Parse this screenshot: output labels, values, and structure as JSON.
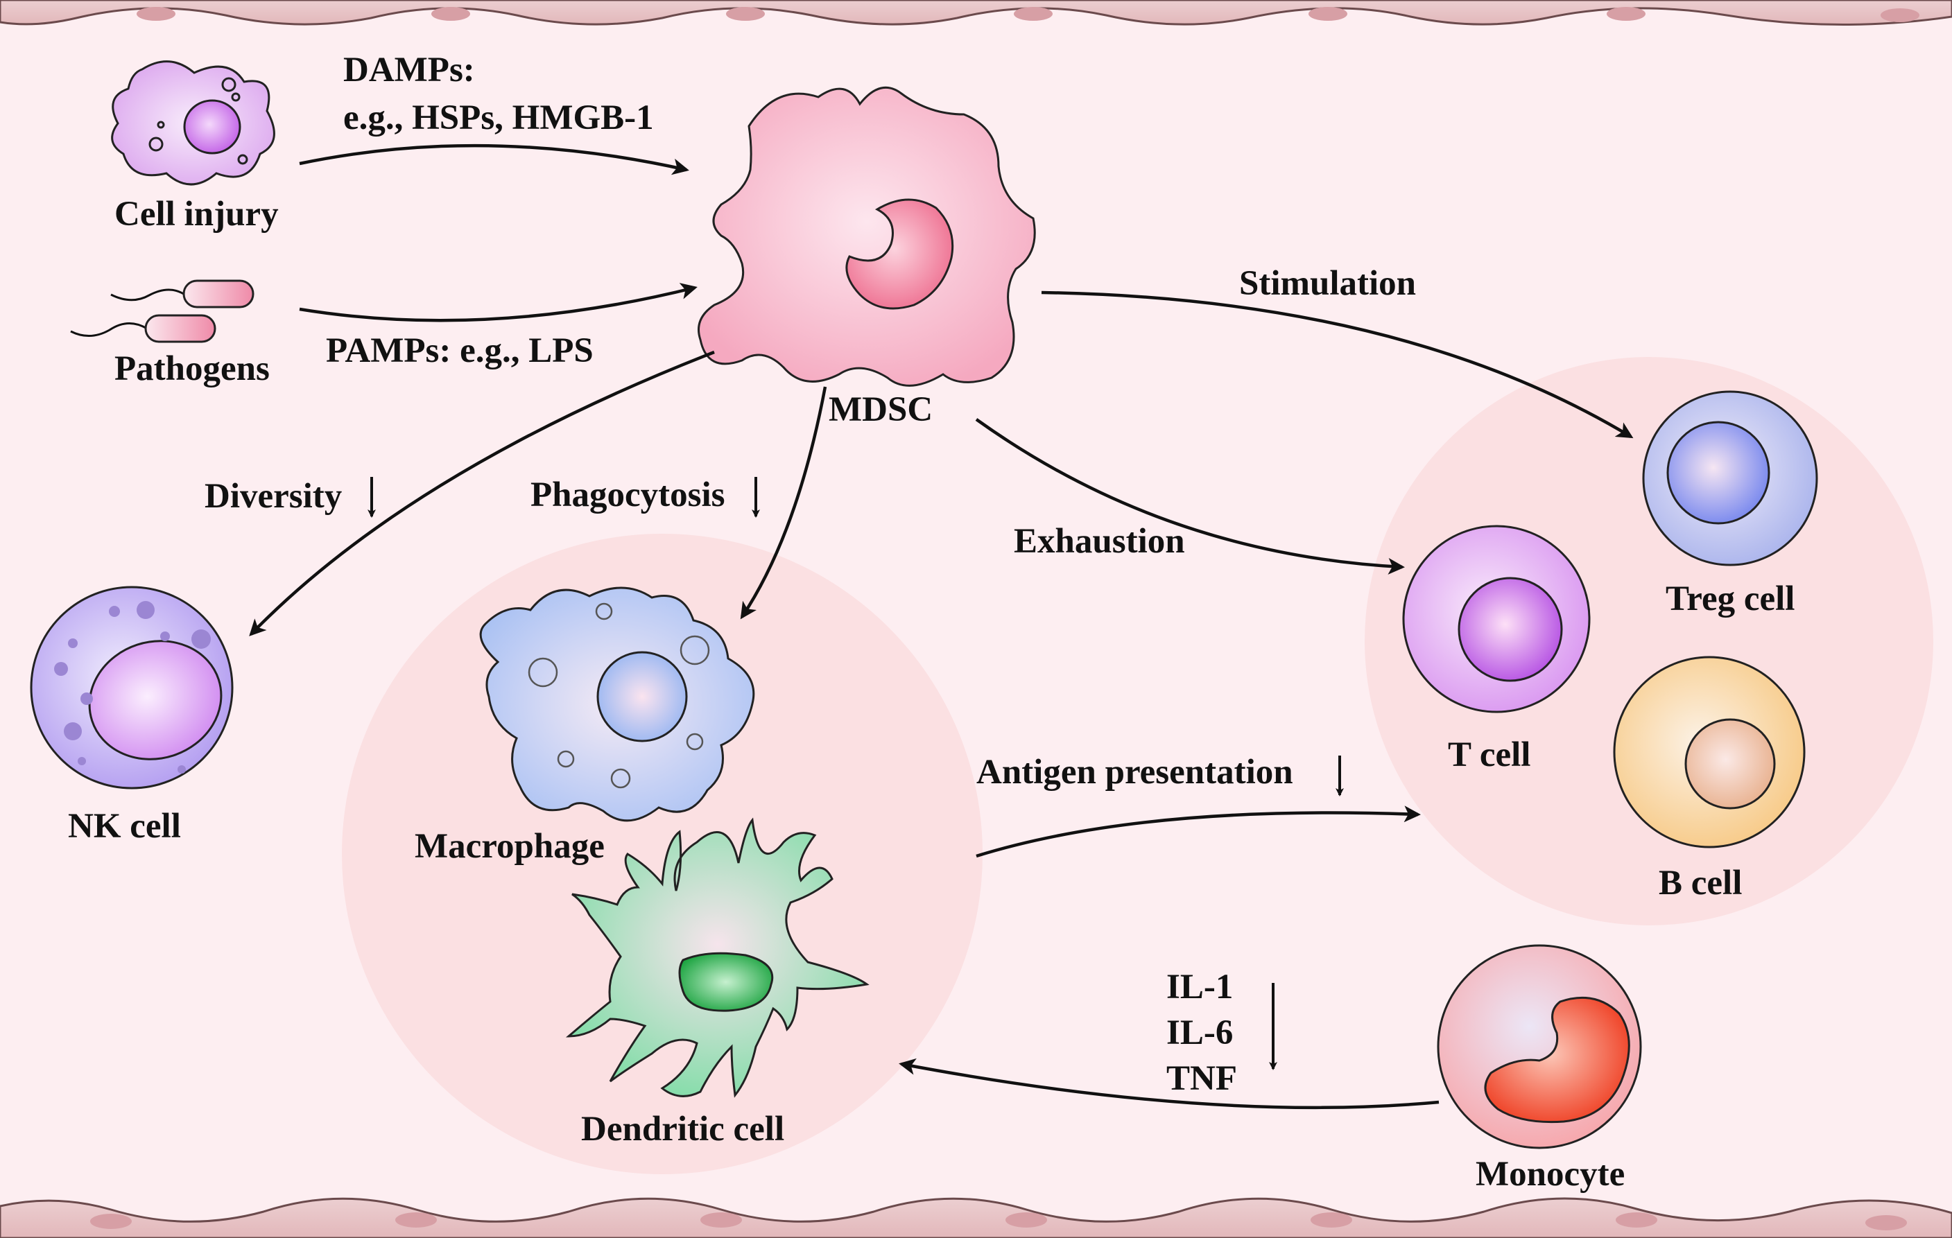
{
  "colors": {
    "background": "#fdeef1",
    "vessel_wall": "#e8c4c6",
    "vessel_cell": "#e9b9bd",
    "vessel_nucleus": "#d9999f",
    "region_fill": "#fbe0e2",
    "mdsc": "#f7b8c9",
    "mdsc_nucleus": "#f07a98",
    "injured_cell": "#e6b9f2",
    "pathogen": "#f3a7bc",
    "nk_cell": "#c7b4f3",
    "macrophage": "#b9cdf4",
    "dendritic_cell": "#9fe3b9",
    "t_cell": "#e3a6f3",
    "treg_cell": "#b8c1f0",
    "b_cell": "#f9d6a3",
    "monocyte": "#f7bfc3",
    "monocyte_nucleus": "#f2573e",
    "arrow": "#111111"
  },
  "labels": {
    "damps_line1": "DAMPs:",
    "damps_line2": "e.g., HSPs, HMGB-1",
    "cell_injury": "Cell injury",
    "pathogens": "Pathogens",
    "pamps": "PAMPs: e.g., LPS",
    "mdsc": "MDSC",
    "stimulation": "Stimulation",
    "diversity": "Diversity",
    "phagocytosis": "Phagocytosis",
    "exhaustion": "Exhaustion",
    "nk_cell": "NK cell",
    "macrophage": "Macrophage",
    "dendritic_cell": "Dendritic cell",
    "antigen_presentation": "Antigen presentation",
    "t_cell": "T cell",
    "treg_cell": "Treg cell",
    "b_cell": "B cell",
    "il1": "IL-1",
    "il6": "IL-6",
    "tnf": "TNF",
    "monocyte": "Monocyte"
  },
  "icons": {
    "down_arrow": "down-arrow-icon"
  }
}
